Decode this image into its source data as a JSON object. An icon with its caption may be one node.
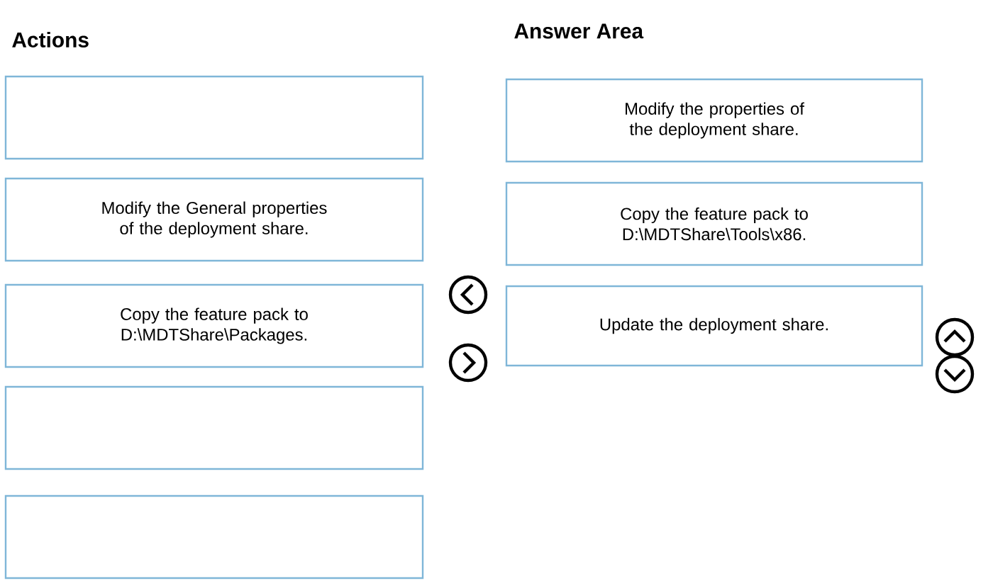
{
  "diagram": {
    "nodes": [
      {
        "text": [],
        "shape": "box"
      },
      {
        "text": [
          "Modify the General properties of the deployment share."
        ]
      },
      {
        "text": [
          "Copy the feature pack to D:\\MDTShare\\Packages."
        ]
      },
      {
        "text": [],
        "shape": "box"
      },
      {
        "text": [],
        "shape": "box"
      },
      {
        "text": [
          "Modify the properties of the deployment share."
        ]
      },
      {
        "text": [
          "Copy the feature pack to D:\\MDTShare\\Tools\\x86."
        ]
      },
      {
        "text": [
          "Update the deployment share."
        ]
      }
    ],
    "edges": [],
    "labels": [
      "Actions",
      "Answer Area"
    ]
  }
}
